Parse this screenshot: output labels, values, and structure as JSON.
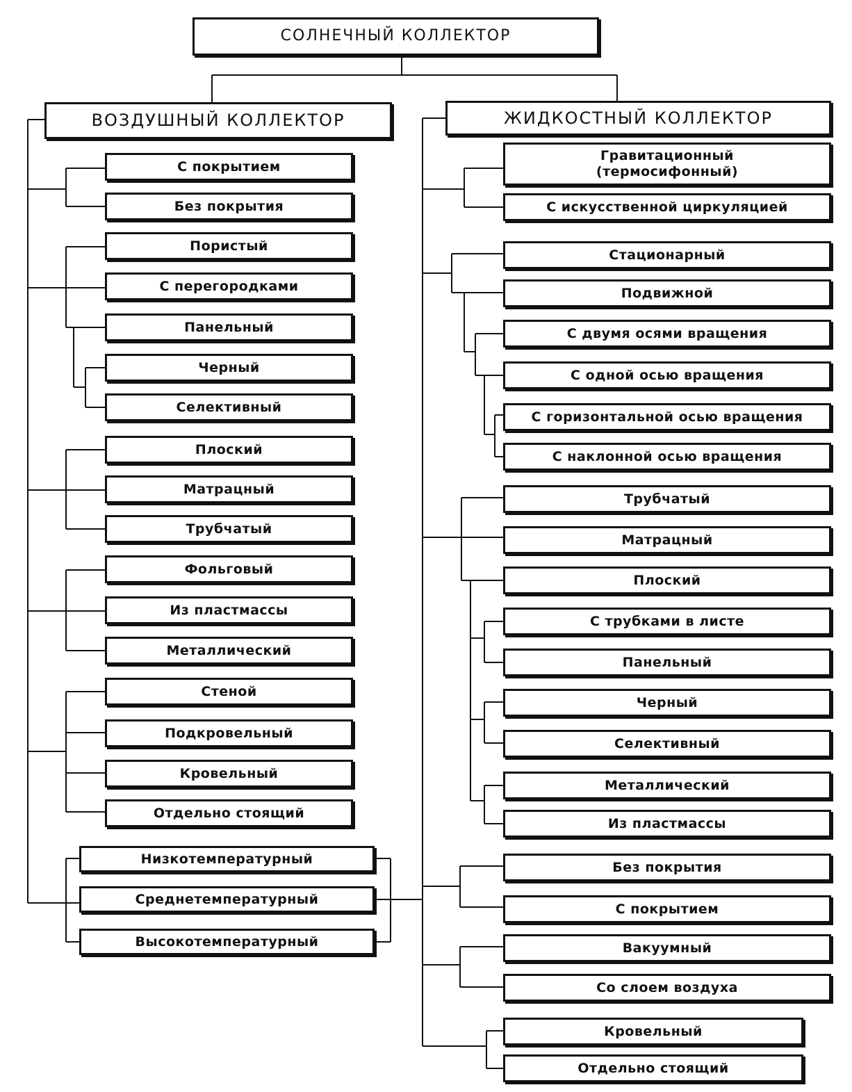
{
  "root": "СОЛНЕЧНЫЙ  КОЛЛЕКТОР",
  "air": {
    "title": "ВОЗДУШНЫЙ  КОЛЛЕКТОР",
    "groups": [
      [
        "С покрытием",
        "Без покрытия"
      ],
      [
        "Пористый",
        "С перегородками",
        "Панельный"
      ],
      [
        "Черный",
        "Селективный"
      ],
      [
        "Плоский",
        "Матрацный",
        "Трубчатый"
      ],
      [
        "Фольговый",
        "Из пластмассы",
        "Металлический"
      ],
      [
        "Стеной",
        "Подкровельный",
        "Кровельный",
        "Отдельно стоящий"
      ]
    ]
  },
  "temperature": [
    "Низкотемпературный",
    "Среднетемпературный",
    "Высокотемпературный"
  ],
  "liquid": {
    "title": "ЖИДКОСТНЫЙ  КОЛЛЕКТОР",
    "groups": [
      [
        "Гравитационный\n(термосифонный)",
        "С искусственной циркуляцией"
      ],
      [
        "Стационарный",
        "Подвижной"
      ],
      [
        "С двумя осями вращения",
        "С одной осью вращения"
      ],
      [
        "С горизонтальной осью вращения",
        "С наклонной осью вращения"
      ],
      [
        "Трубчатый",
        "Матрацный",
        "Плоский"
      ],
      [
        "С трубками в листе",
        "Панельный"
      ],
      [
        "Черный",
        "Селективный"
      ],
      [
        "Металлический",
        "Из пластмассы"
      ],
      [
        "Без покрытия",
        "С покрытием"
      ],
      [
        "Вакуумный",
        "Со слоем воздуха"
      ],
      [
        "Кровельный",
        "Отдельно стоящий"
      ]
    ]
  }
}
